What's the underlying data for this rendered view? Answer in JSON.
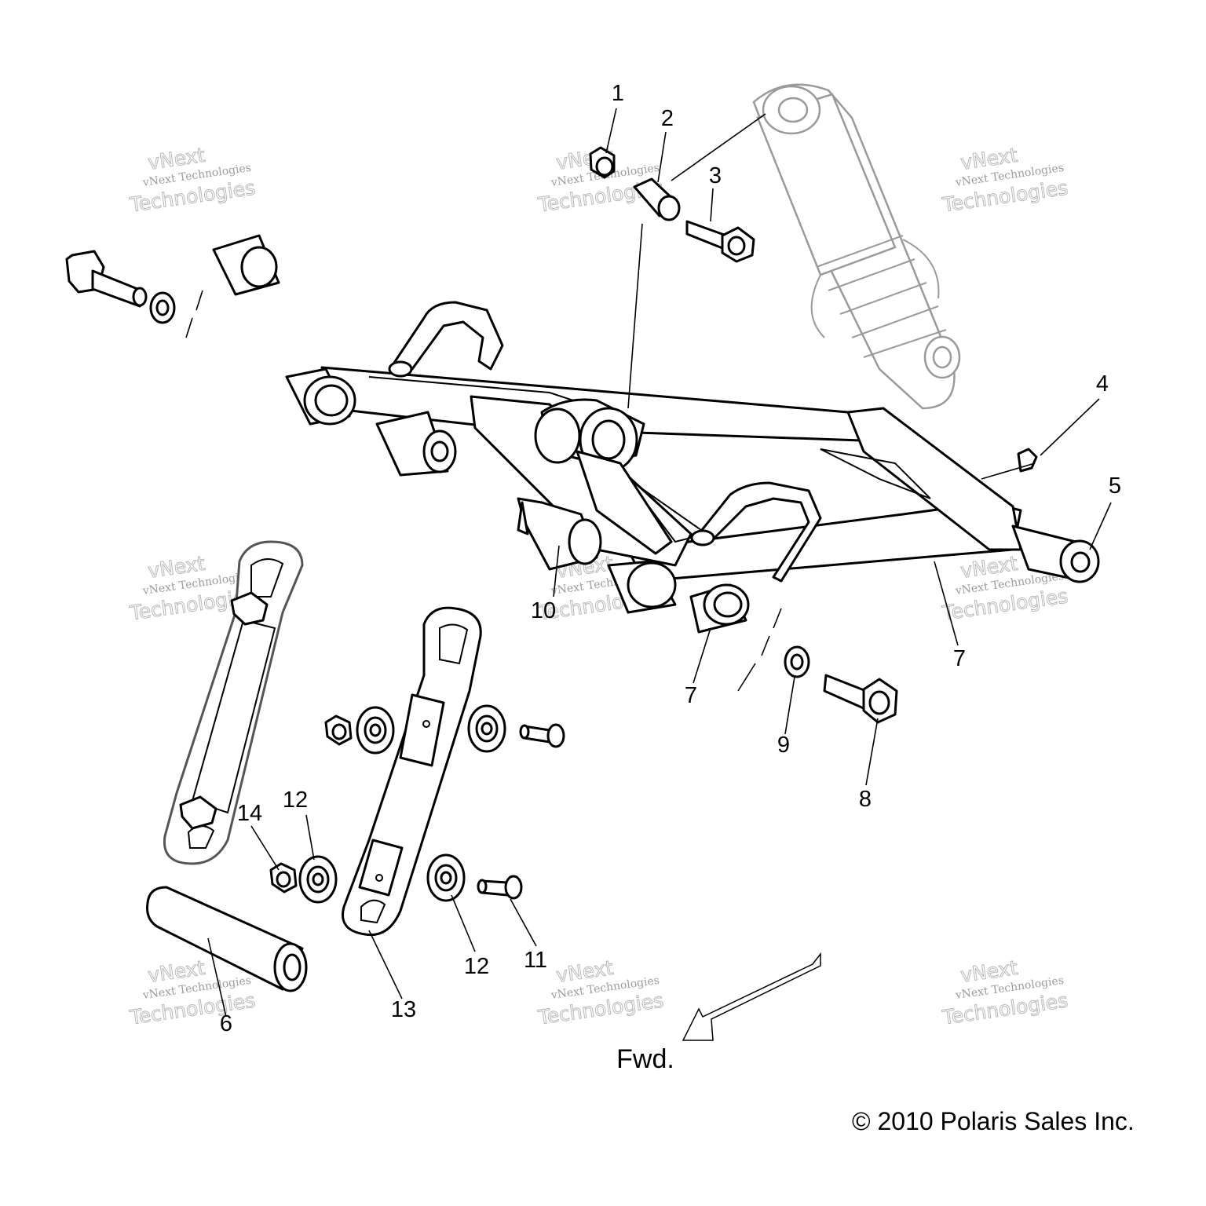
{
  "watermark": {
    "line1": "vNext",
    "line2": "vNext Technologies",
    "line3": "Technologies"
  },
  "callouts": {
    "c1": "1",
    "c2": "2",
    "c3": "3",
    "c4": "4",
    "c5": "5",
    "c6": "6",
    "c7a": "7",
    "c7b": "7",
    "c8": "8",
    "c9": "9",
    "c10": "10",
    "c11": "11",
    "c12a": "12",
    "c12b": "12",
    "c13": "13",
    "c14": "14"
  },
  "direction_label": "Fwd.",
  "copyright": "© 2010 Polaris Sales Inc.",
  "colors": {
    "line": "#000000",
    "ghost_part": "#9a9a9a",
    "watermark": "#b8b8b8"
  }
}
